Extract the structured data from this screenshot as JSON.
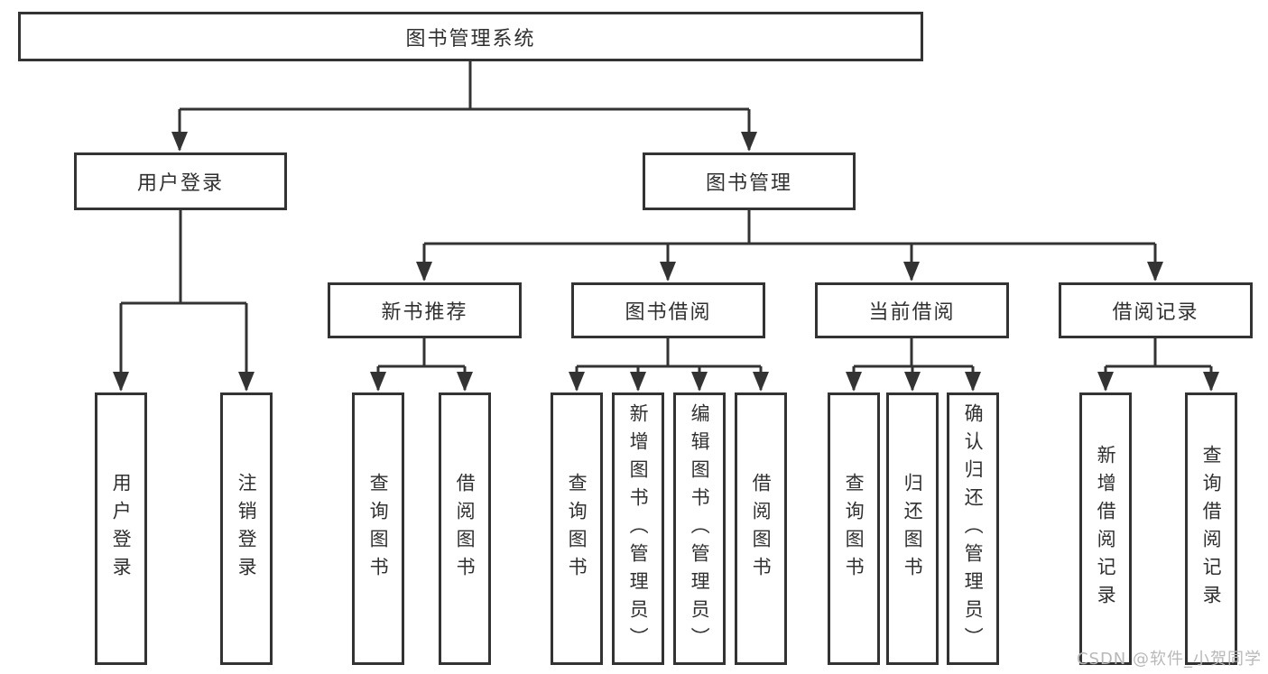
{
  "colors": {
    "line": "#333333",
    "text": "#303030",
    "watermark": "#b8b8b8",
    "background": "#ffffff"
  },
  "watermark": {
    "text": "CSDN @软件_小贺同学"
  },
  "tree": {
    "root": {
      "label": "图书管理系统"
    },
    "branches": [
      {
        "label": "用户登录",
        "children": [
          "用户登录",
          "注销登录"
        ]
      },
      {
        "label": "图书管理",
        "sections": [
          {
            "label": "新书推荐",
            "children": [
              "查询图书",
              "借阅图书"
            ]
          },
          {
            "label": "图书借阅",
            "children": [
              "查询图书",
              "新增图书（管理员）",
              "编辑图书（管理员）",
              "借阅图书"
            ]
          },
          {
            "label": "当前借阅",
            "children": [
              "查询图书",
              "归还图书",
              "确认归还（管理员）"
            ]
          },
          {
            "label": "借阅记录",
            "children": [
              "新增借阅记录",
              "查询借阅记录"
            ]
          }
        ]
      }
    ]
  }
}
